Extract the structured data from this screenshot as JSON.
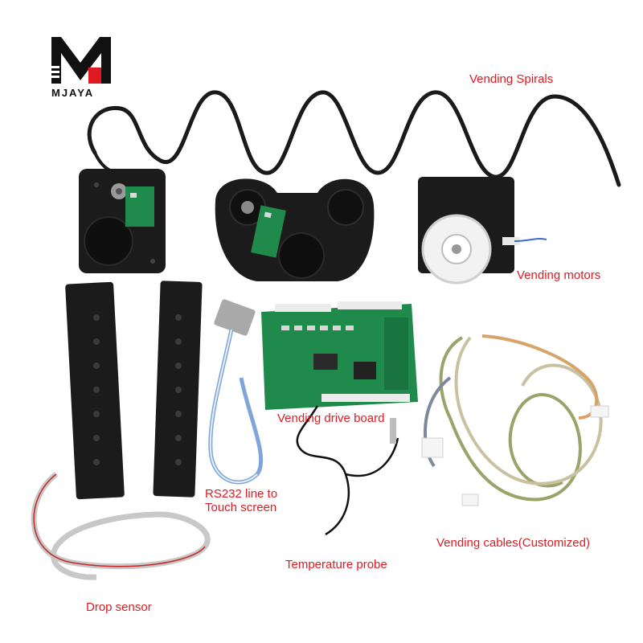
{
  "brand": {
    "logo_text": "MJAYA",
    "logo_color": "#111111"
  },
  "labels": {
    "spirals": "Vending Spirals",
    "motors": "Vending motors",
    "drive_board": "Vending drive board",
    "rs232_line1": "RS232 line to",
    "rs232_line2": "Touch screen",
    "cables": "Vending cables(Customized)",
    "temperature_probe": "Temperature probe",
    "drop_sensor": "Drop sensor"
  },
  "colors": {
    "label_red": "#e01a22",
    "board_green": "#1f8a4c",
    "plastic_black": "#1b1b1b"
  }
}
